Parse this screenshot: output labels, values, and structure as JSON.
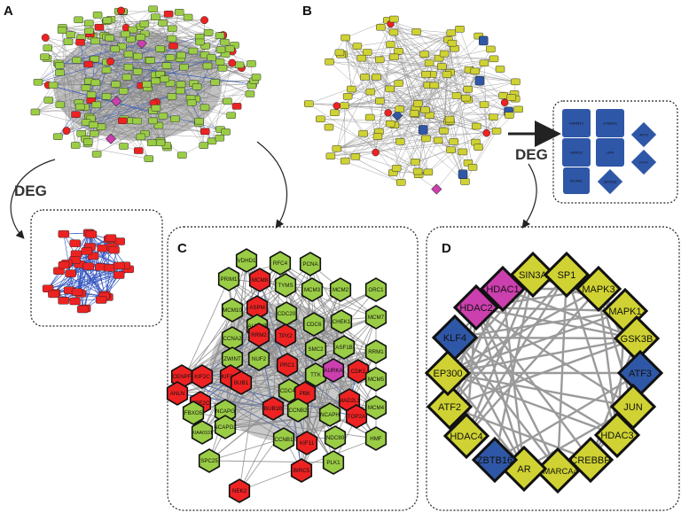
{
  "panels": {
    "a": "A",
    "b": "B",
    "c": "C",
    "d": "D"
  },
  "deg_labels": {
    "left": "DEG",
    "right": "DEG"
  },
  "colors": {
    "green": "#9acd45",
    "red": "#ee2222",
    "magenta": "#cc3fae",
    "yellow": "#cfd232",
    "blue": "#2f57a7",
    "edge_gray": "#9a9a9a",
    "edge_blue": "#3355c0",
    "edge_gray_c": "#8f8f8f"
  },
  "panel_c_nodes": [
    {
      "label": "VDHD1",
      "type": "green"
    },
    {
      "label": "RFC4",
      "type": "green"
    },
    {
      "label": "PCNA",
      "type": "green"
    },
    {
      "label": "PRIM1",
      "type": "green"
    },
    {
      "label": "MCM8",
      "type": "red"
    },
    {
      "label": "TYMS",
      "type": "green"
    },
    {
      "label": "MCM3",
      "type": "green"
    },
    {
      "label": "MCM2",
      "type": "green"
    },
    {
      "label": "ORC1",
      "type": "green"
    },
    {
      "label": "ASPM",
      "type": "red"
    },
    {
      "label": "CDC20",
      "type": "green"
    },
    {
      "label": "MCM10",
      "type": "green"
    },
    {
      "label": "AURKB",
      "type": "green"
    },
    {
      "label": "CDC6",
      "type": "green"
    },
    {
      "label": "CHEK1",
      "type": "green"
    },
    {
      "label": "MCM7",
      "type": "green"
    },
    {
      "label": "RRM2",
      "type": "red"
    },
    {
      "label": "CCNA2",
      "type": "green"
    },
    {
      "label": "TPX2",
      "type": "red"
    },
    {
      "label": "ZWINT",
      "type": "green"
    },
    {
      "label": "SMC2",
      "type": "green"
    },
    {
      "label": "ASF1B",
      "type": "green"
    },
    {
      "label": "RRM1",
      "type": "green"
    },
    {
      "label": "KIF20A",
      "type": "red"
    },
    {
      "label": "NUF2",
      "type": "green"
    },
    {
      "label": "TTK",
      "type": "green"
    },
    {
      "label": "CENPF",
      "type": "red"
    },
    {
      "label": "PRC1",
      "type": "red"
    },
    {
      "label": "CDK1",
      "type": "red"
    },
    {
      "label": "AURKA",
      "type": "magenta"
    },
    {
      "label": "KIF2C",
      "type": "red"
    },
    {
      "label": "BUB1",
      "type": "red"
    },
    {
      "label": "MCM5",
      "type": "green"
    },
    {
      "label": "ANLN",
      "type": "red"
    },
    {
      "label": "UBE2C",
      "type": "red"
    },
    {
      "label": "CDC45",
      "type": "green"
    },
    {
      "label": "PBK",
      "type": "red"
    },
    {
      "label": "MAD2L1",
      "type": "red"
    },
    {
      "label": "FBXO5",
      "type": "green"
    },
    {
      "label": "NCAPG",
      "type": "green"
    },
    {
      "label": "BUB1B",
      "type": "red"
    },
    {
      "label": "CCNB2",
      "type": "green"
    },
    {
      "label": "NCAPH",
      "type": "green"
    },
    {
      "label": "TOP2A",
      "type": "red"
    },
    {
      "label": "MCM4",
      "type": "green"
    },
    {
      "label": "KIAA0101",
      "type": "green"
    },
    {
      "label": "NCAPG2",
      "type": "green"
    },
    {
      "label": "CCNB1",
      "type": "green"
    },
    {
      "label": "KIF11",
      "type": "red"
    },
    {
      "label": "NDC80",
      "type": "green"
    },
    {
      "label": "HMF",
      "type": "green"
    },
    {
      "label": "SPC25",
      "type": "green"
    },
    {
      "label": "BIRC5",
      "type": "red"
    },
    {
      "label": "PLK1",
      "type": "green"
    },
    {
      "label": "NEK2",
      "type": "red"
    }
  ],
  "panel_d_nodes": [
    {
      "label": "SIN3A",
      "type": "yellow"
    },
    {
      "label": "SP1",
      "type": "yellow"
    },
    {
      "label": "MAPK3",
      "type": "yellow"
    },
    {
      "label": "MAPK1",
      "type": "yellow"
    },
    {
      "label": "GSK3B",
      "type": "yellow"
    },
    {
      "label": "ATF3",
      "type": "blue"
    },
    {
      "label": "JUN",
      "type": "yellow"
    },
    {
      "label": "HDAC3",
      "type": "yellow"
    },
    {
      "label": "CREBBP",
      "type": "yellow"
    },
    {
      "label": "SMARCA4",
      "type": "yellow"
    },
    {
      "label": "AR",
      "type": "yellow"
    },
    {
      "label": "ZBTB16",
      "type": "blue"
    },
    {
      "label": "HDAC4",
      "type": "yellow"
    },
    {
      "label": "ATF2",
      "type": "yellow"
    },
    {
      "label": "EP300",
      "type": "yellow"
    },
    {
      "label": "KLF4",
      "type": "blue"
    },
    {
      "label": "HDAC2",
      "type": "magenta"
    },
    {
      "label": "HDAC1",
      "type": "magenta"
    }
  ],
  "deg_box_b": [
    {
      "label": "FERMT2",
      "shape": "square"
    },
    {
      "label": "CYBRD1",
      "shape": "square"
    },
    {
      "label": "ATF3",
      "shape": "diamond"
    },
    {
      "label": "NDRG2",
      "shape": "square"
    },
    {
      "label": "LIFR",
      "shape": "square"
    },
    {
      "label": "KLF4",
      "shape": "diamond"
    },
    {
      "label": "RCAN1",
      "shape": "square"
    },
    {
      "label": "ZBTB16",
      "shape": "diamond"
    }
  ]
}
